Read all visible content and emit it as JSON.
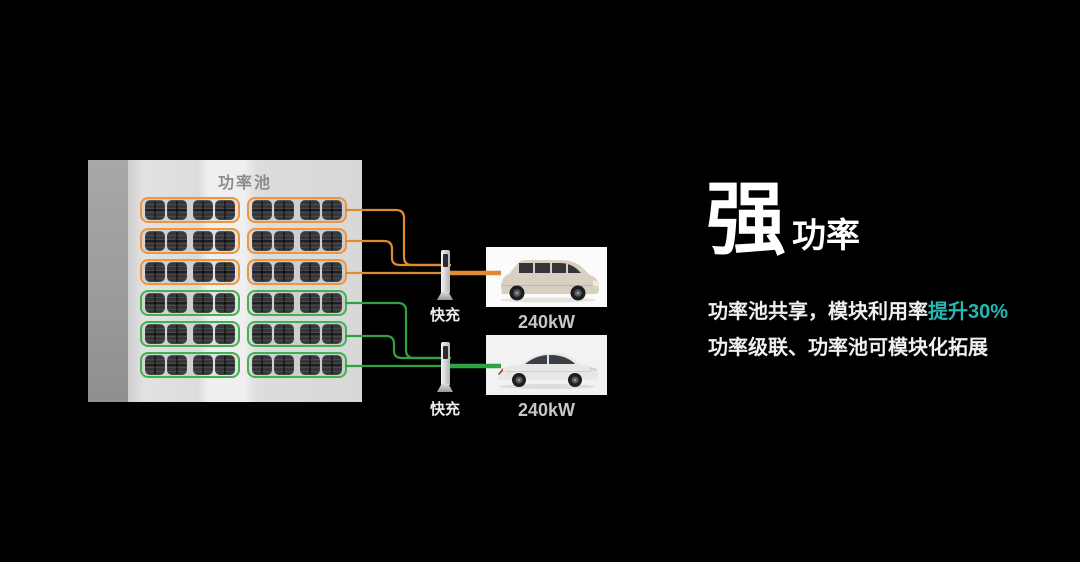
{
  "slide": {
    "background": "#000000"
  },
  "colors": {
    "orange_outline": "#F0953C",
    "orange_line": "#DE8A2F",
    "green_outline": "#3FB44E",
    "green_line": "#2FA244",
    "teal": "#23B6B2",
    "cabinet_body": "#E2E2E2",
    "cabinet_side": "#9C9C9C",
    "module_dark": "#37373A"
  },
  "power_pool": {
    "title": "功率池",
    "groups_per_row": 2,
    "modules_per_group": 4,
    "rows": [
      {
        "color": "orange"
      },
      {
        "color": "orange"
      },
      {
        "color": "orange"
      },
      {
        "color": "green"
      },
      {
        "color": "green"
      },
      {
        "color": "green"
      }
    ]
  },
  "chargers": [
    {
      "label": "快充",
      "power": "240kW",
      "line": "orange",
      "vehicle": "minivan"
    },
    {
      "label": "快充",
      "power": "240kW",
      "line": "green",
      "vehicle": "sedan"
    }
  ],
  "headline": {
    "big": "强",
    "small": "功率"
  },
  "description": {
    "line1_prefix": "功率池共享，模块利用率",
    "line1_highlight": "提升30%",
    "line2": "功率级联、功率池可模块化拓展"
  }
}
